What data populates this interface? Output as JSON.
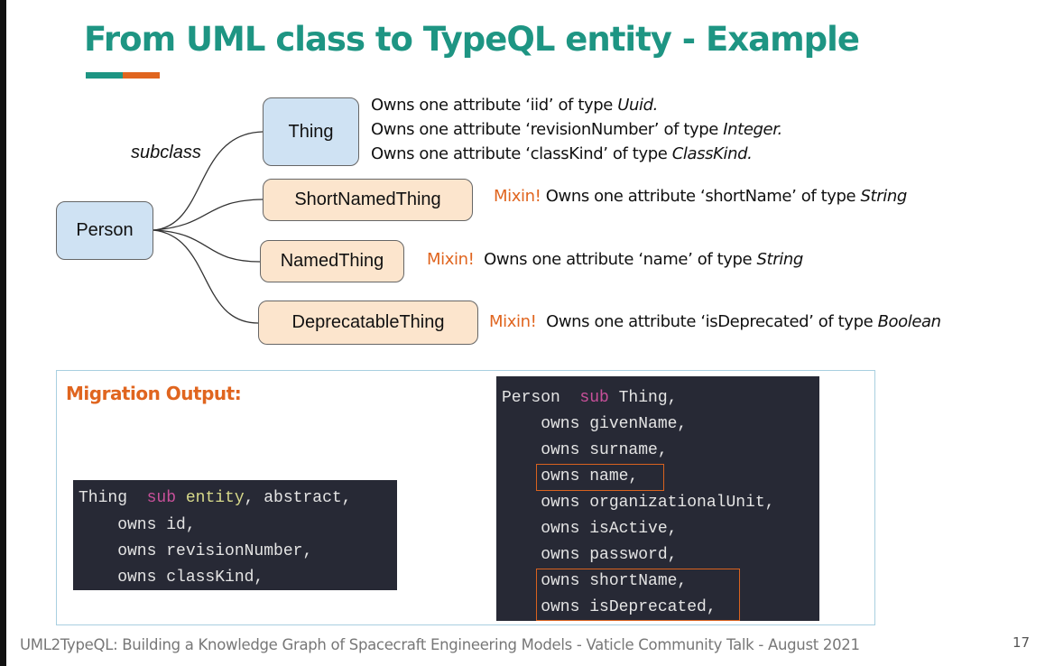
{
  "title": "From UML class to TypeQL entity - Example",
  "colors": {
    "teal": "#1e9583",
    "orange": "#e0651f",
    "blue_box": "#cfe2f3",
    "peach_box": "#fce5cd",
    "code_bg": "#272935"
  },
  "diagram": {
    "subclass_label": "subclass",
    "person": "Person",
    "thing": "Thing",
    "thing_attrs": [
      {
        "pre": "Owns one attribute ‘iid’ of type ",
        "type": "Uuid."
      },
      {
        "pre": "Owns one attribute ‘revisionNumber’ of type ",
        "type": "Integer."
      },
      {
        "pre": "Owns one attribute ‘classKind’ of type ",
        "type": "ClassKind."
      }
    ],
    "mixins": [
      {
        "name": "ShortNamedThing",
        "label": "Mixin!",
        "pre": " Owns one attribute ‘shortName’ of type ",
        "type": "String"
      },
      {
        "name": "NamedThing",
        "label": "Mixin!",
        "pre": "  Owns one attribute ‘name’ of type ",
        "type": "String"
      },
      {
        "name": "DeprecatableThing",
        "label": "Mixin!",
        "pre": "  Owns one attribute ‘isDeprecated’ of type ",
        "type": "Boolean"
      }
    ]
  },
  "migration": {
    "title": "Migration Output:",
    "thing_code": {
      "head": {
        "name": "Thing",
        "kw": "sub",
        "type": "entity",
        "rest": ", abstract,"
      },
      "lines": [
        "    owns id,",
        "    owns revisionNumber,",
        "    owns classKind,"
      ]
    },
    "person_code": {
      "head": {
        "name": "Person",
        "kw": "sub",
        "rest": " Thing,"
      },
      "lines": [
        "    owns givenName,",
        "    owns surname,",
        "    owns name,",
        "    owns organizationalUnit,",
        "    owns isActive,",
        "    owns password,",
        "    owns shortName,",
        "    owns isDeprecated,"
      ]
    }
  },
  "footer": "UML2TypeQL: Building a Knowledge Graph of Spacecraft Engineering Models - Vaticle Community Talk - August 2021",
  "page_number": "17"
}
